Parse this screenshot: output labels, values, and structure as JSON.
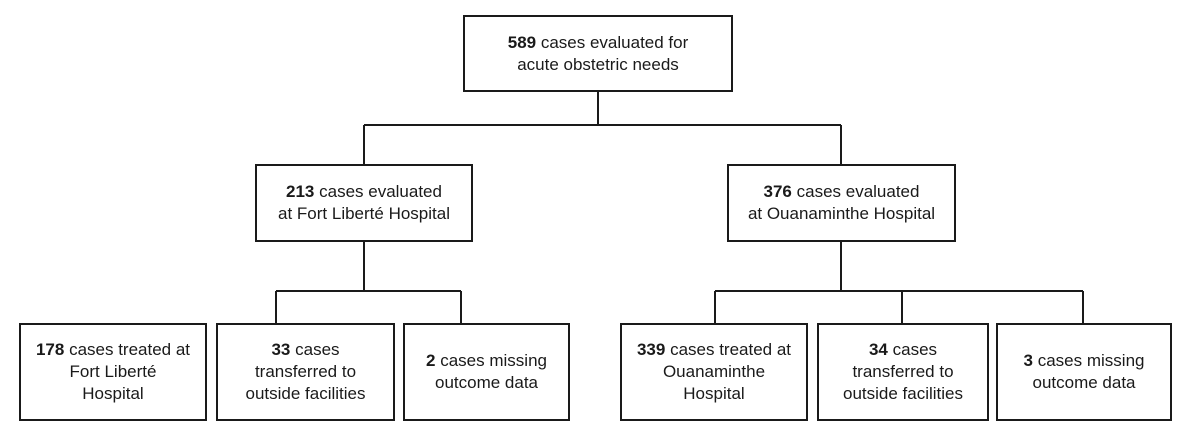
{
  "nodes": {
    "root": {
      "number": "589",
      "text": "cases evaluated for",
      "line2": "acute obstetric needs",
      "line3": ""
    },
    "fort": {
      "number": "213",
      "text": "cases evaluated",
      "line2": "at Fort Liberté Hospital",
      "line3": ""
    },
    "ouana": {
      "number": "376",
      "text": "cases evaluated",
      "line2": "at Ouanaminthe Hospital",
      "line3": ""
    },
    "fort_treated": {
      "number": "178",
      "text": "cases treated at",
      "line2": "Fort Liberté",
      "line3": "Hospital"
    },
    "fort_transferred": {
      "number": "33",
      "text": "cases",
      "line2": "transferred to",
      "line3": "outside facilities"
    },
    "fort_missing": {
      "number": "2",
      "text": "cases missing",
      "line2": "outcome data",
      "line3": ""
    },
    "ouana_treated": {
      "number": "339",
      "text": "cases treated at",
      "line2": "Ouanaminthe",
      "line3": "Hospital"
    },
    "ouana_transferred": {
      "number": "34",
      "text": "cases",
      "line2": "transferred to",
      "line3": "outside facilities"
    },
    "ouana_missing": {
      "number": "3",
      "text": "cases missing",
      "line2": "outcome data",
      "line3": ""
    }
  },
  "colors": {
    "line": "#1a1a1a",
    "box_border": "#1a1a1a",
    "background": "#ffffff"
  }
}
